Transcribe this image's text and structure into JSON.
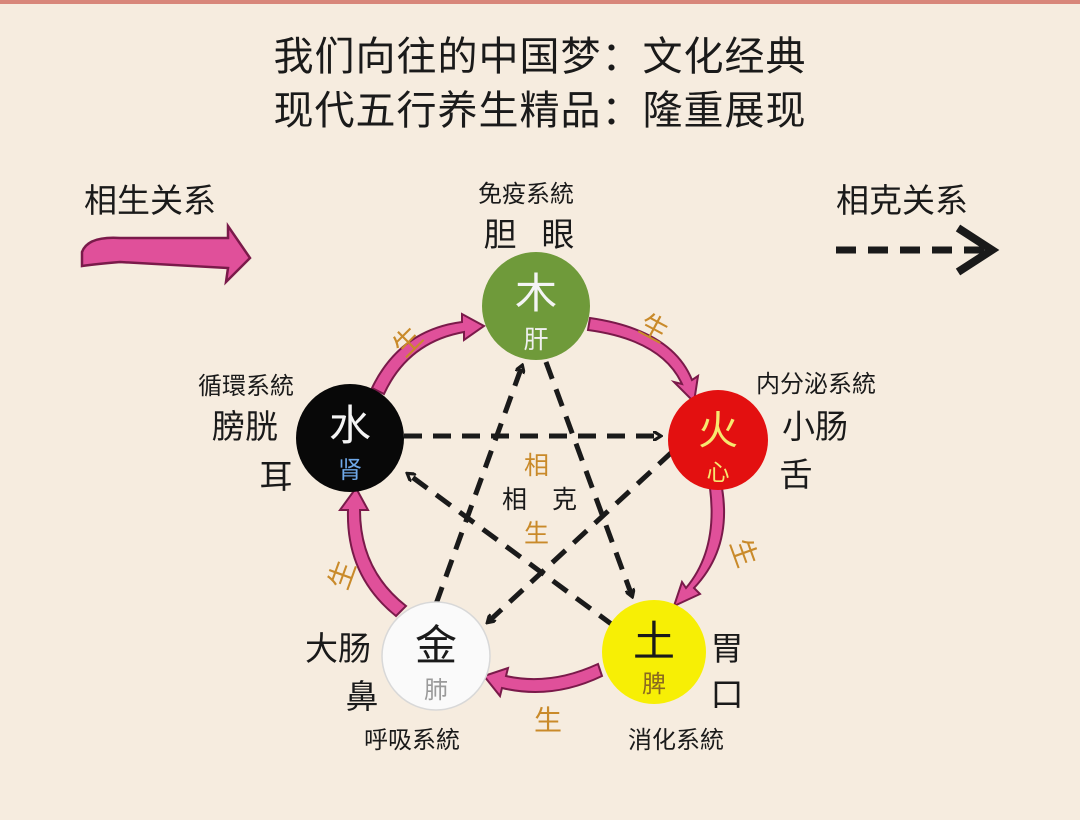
{
  "title": {
    "line1": "我们向往的中国梦：文化经典",
    "line2": "现代五行养生精品：隆重展现"
  },
  "legend": {
    "generating": "相生关系",
    "overcoming": "相克关系"
  },
  "center_label": {
    "char1": "相",
    "char2": "相",
    "char3": "克",
    "char4": "生"
  },
  "cycle_label": "生",
  "colors": {
    "generating_arrow": "#e0509a",
    "overcoming_arrow": "#1a1a1a",
    "label_gold": "#c98a2a",
    "wood": "#6f9a3a",
    "fire": "#e31010",
    "earth": "#f7ef05",
    "metal": "#fafafa",
    "water": "#080808"
  },
  "elements": {
    "wood": {
      "char": "木",
      "organ": "肝",
      "system": "免疫系統",
      "parts": [
        "胆",
        "眼"
      ]
    },
    "fire": {
      "char": "火",
      "organ": "心",
      "system": "内分泌系統",
      "parts": [
        "小肠",
        "舌"
      ]
    },
    "earth": {
      "char": "土",
      "organ": "脾",
      "system": "消化系統",
      "parts": [
        "胃",
        "口"
      ]
    },
    "metal": {
      "char": "金",
      "organ": "肺",
      "system": "呼吸系統",
      "parts": [
        "大肠",
        "鼻"
      ]
    },
    "water": {
      "char": "水",
      "organ": "肾",
      "system": "循環系統",
      "parts": [
        "膀胱",
        "耳"
      ]
    }
  }
}
